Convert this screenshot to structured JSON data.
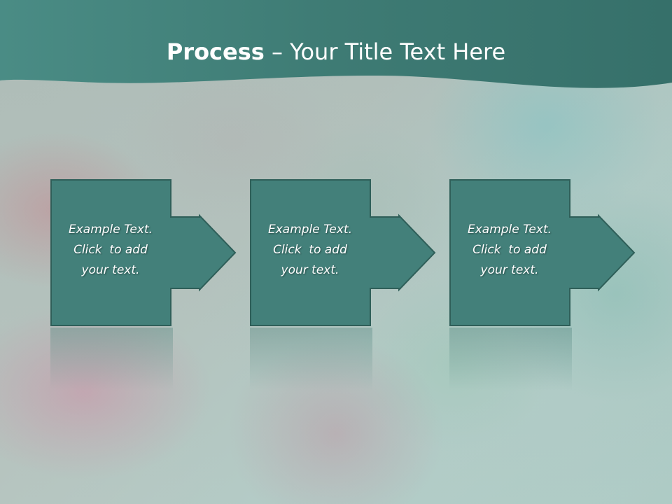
{
  "slide": {
    "title_bold": "Process",
    "title_rest": " – Your Title Text Here",
    "colors": {
      "header": "#3f7f78",
      "box_fill": "#43807a",
      "box_stroke": "#2f5f59",
      "text": "#ffffff"
    }
  },
  "steps": [
    {
      "line1": "Example Text.",
      "line2": "Click  to add",
      "line3": "your text."
    },
    {
      "line1": "Example Text.",
      "line2": "Click  to add",
      "line3": "your text."
    },
    {
      "line1": "Example Text.",
      "line2": "Click  to add",
      "line3": "your text."
    }
  ]
}
